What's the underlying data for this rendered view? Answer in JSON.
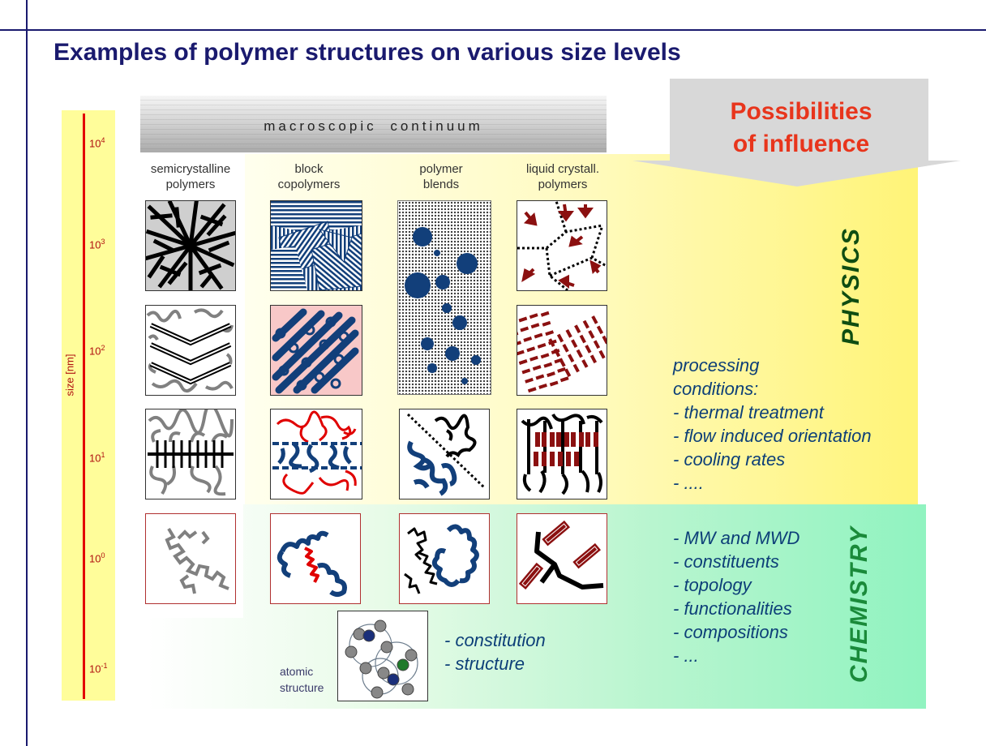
{
  "title": "Examples of polymer structures on various size levels",
  "continuum_label": "macroscopic continuum",
  "influence_label_1": "Possibilities",
  "influence_label_2": "of influence",
  "physics_label": "PHYSICS",
  "chemistry_label": "CHEMISTRY",
  "size_axis_label": "size [nm]",
  "size_ticks": [
    {
      "base": "10",
      "exp": "4"
    },
    {
      "base": "10",
      "exp": "3"
    },
    {
      "base": "10",
      "exp": "2"
    },
    {
      "base": "10",
      "exp": "1"
    },
    {
      "base": "10",
      "exp": "0"
    },
    {
      "base": "10",
      "exp": "-1"
    }
  ],
  "columns": [
    {
      "line1": "semicrystalline",
      "line2": "polymers"
    },
    {
      "line1": "block",
      "line2": "copolymers"
    },
    {
      "line1": "polymer",
      "line2": "blends"
    },
    {
      "line1": "liquid crystall.",
      "line2": "polymers"
    }
  ],
  "physics_items": [
    "processing",
    "conditions:",
    "- thermal treatment",
    "- flow induced orientation",
    "- cooling rates",
    "- ...."
  ],
  "chemistry_items": [
    "- MW and MWD",
    "- constituents",
    "- topology",
    "- functionalities",
    "- compositions",
    "- ..."
  ],
  "atomic_label_1": "atomic",
  "atomic_label_2": "structure",
  "atomic_items": [
    "- constitution",
    "- structure"
  ],
  "colors": {
    "title": "#1a1a6e",
    "accent_red": "#e8351c",
    "physics_green": "#0f4d12",
    "chemistry_green": "#1a8a3a",
    "item_blue": "#0d3f78",
    "polymer_blue": "#123f7a",
    "lc_red": "#8b1010"
  }
}
